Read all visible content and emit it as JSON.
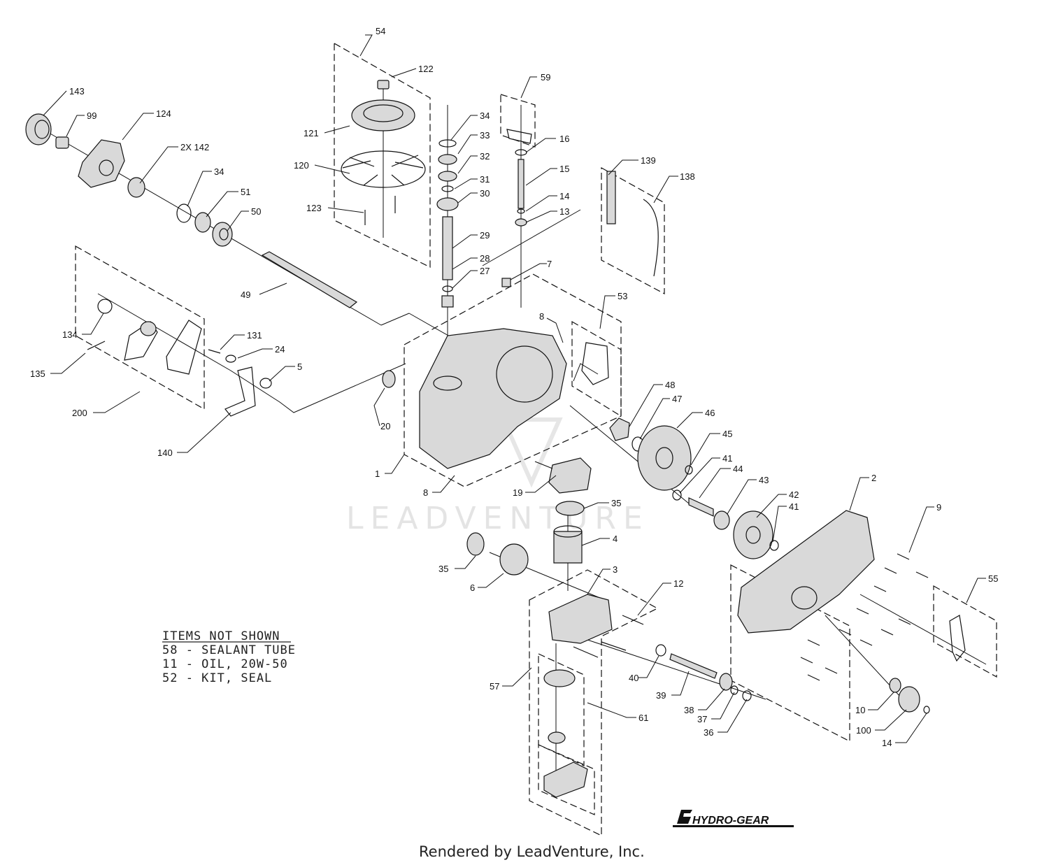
{
  "watermark": "LEADVENTURE",
  "items_not_shown": {
    "heading": "ITEMS NOT SHOWN",
    "lines": [
      "58 - SEALANT TUBE",
      "11 - OIL, 20W-50",
      "52 - KIT, SEAL"
    ]
  },
  "brand_logo": "HYDRO-GEAR",
  "footer": "Rendered by LeadVenture, Inc.",
  "callouts": {
    "c54": "54",
    "c122": "122",
    "c59": "59",
    "c143": "143",
    "c99": "99",
    "c124": "124",
    "c121": "121",
    "c34a": "34",
    "c33": "33",
    "c16": "16",
    "c2x142": "2X 142",
    "c120": "120",
    "c32": "32",
    "c15": "15",
    "c139": "139",
    "c138": "138",
    "c31": "31",
    "c34b": "34",
    "c51": "51",
    "c30": "30",
    "c14a": "14",
    "c123": "123",
    "c50": "50",
    "c13": "13",
    "c29": "29",
    "c28": "28",
    "c7": "7",
    "c27": "27",
    "c49": "49",
    "c53": "53",
    "c8a": "8",
    "c134": "134",
    "c131": "131",
    "c24": "24",
    "c135": "135",
    "c5": "5",
    "c20": "20",
    "c48": "48",
    "c47": "47",
    "c46": "46",
    "c200": "200",
    "c45": "45",
    "c140": "140",
    "c41a": "41",
    "c1": "1",
    "c2": "2",
    "c44": "44",
    "c8b": "8",
    "c19": "19",
    "c43": "43",
    "c42": "42",
    "c35a": "35",
    "c41b": "41",
    "c9": "9",
    "c4": "4",
    "c35b": "35",
    "c3": "3",
    "c55": "55",
    "c6": "6",
    "c12": "12",
    "c40": "40",
    "c57": "57",
    "c39": "39",
    "c61": "61",
    "c38": "38",
    "c10": "10",
    "c37": "37",
    "c36": "36",
    "c100": "100",
    "c14b": "14"
  }
}
